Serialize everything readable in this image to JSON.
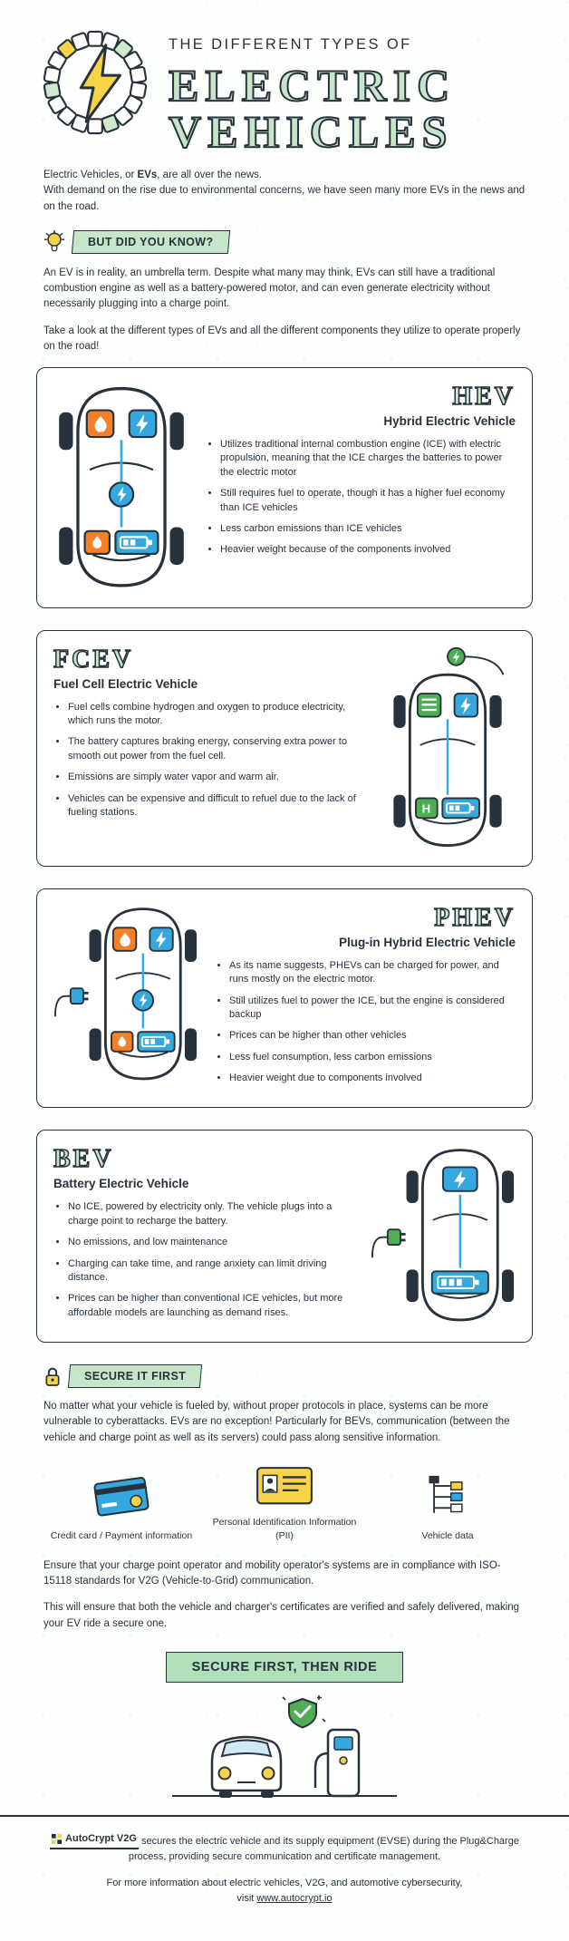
{
  "page": {
    "colors": {
      "ink": "#27323c",
      "mint": "#c7e6c9",
      "green": "#4fae54",
      "blue": "#35a9df",
      "orange": "#f58025",
      "yellow": "#f8d348"
    }
  },
  "header": {
    "kicker": "THE DIFFERENT TYPES OF",
    "title_line1": "ELECTRIC",
    "title_line2": "VEHICLES",
    "logo_icon": "lightning-bolt-icon"
  },
  "intro": {
    "line1_pre": "Electric Vehicles, or ",
    "line1_bold": "EVs",
    "line1_post": ", are all over the news.",
    "line2": "With demand on the rise due to environmental concerns, we have seen many more EVs in the news and on the road."
  },
  "did_you_know": {
    "badge_label": "BUT DID YOU KNOW?",
    "badge_icon": "lightbulb-icon",
    "paragraph1": "An EV is in reality, an umbrella term. Despite what many may think, EVs can still have a traditional combustion engine as well as a battery-powered motor, and can even generate electricity without necessarily plugging into a charge point.",
    "paragraph2": "Take a look at the different types of EVs and all the different components they utilize to operate properly on the road!"
  },
  "cards": [
    {
      "abbr": "HEV",
      "name": "Hybrid Electric Vehicle",
      "diagram": "hev-car-top-view",
      "bullets": [
        "Utilizes traditional internal combustion engine (ICE) with electric propulsion, meaning that the ICE charges the batteries to power the electric motor",
        "Still requires fuel to operate, though it has a higher fuel economy than ICE vehicles",
        "Less carbon emissions than ICE vehicles",
        "Heavier weight because of the components involved"
      ]
    },
    {
      "abbr": "FCEV",
      "name": "Fuel Cell Electric Vehicle",
      "diagram": "fcev-car-top-view",
      "bullets": [
        "Fuel cells combine hydrogen and oxygen to produce electricity, which runs the motor.",
        "The battery captures braking energy, conserving extra power to smooth out power from the fuel cell.",
        "Emissions are simply water vapor and warm air.",
        "Vehicles can be expensive and difficult to refuel due to the lack of fueling stations."
      ]
    },
    {
      "abbr": "PHEV",
      "name": "Plug-in Hybrid Electric Vehicle",
      "diagram": "phev-car-top-view",
      "bullets": [
        "As its name suggests, PHEVs can be charged for power, and runs mostly on the electric motor.",
        "Still utilizes fuel to power the ICE, but the engine is considered backup",
        "Prices can be higher than other vehicles",
        "Less fuel consumption, less carbon emissions",
        "Heavier weight due to components involved"
      ]
    },
    {
      "abbr": "BEV",
      "name": "Battery Electric Vehicle",
      "diagram": "bev-car-top-view",
      "bullets": [
        "No ICE, powered by electricity only. The vehicle plugs into a charge point to recharge the battery.",
        "No emissions, and low maintenance",
        "Charging can take time, and range anxiety can limit driving distance.",
        "Prices can be higher than conventional ICE vehicles, but more affordable models are launching as demand rises."
      ]
    }
  ],
  "security": {
    "badge_label": "SECURE IT FIRST",
    "badge_icon": "padlock-icon",
    "paragraph1": "No matter what your vehicle is fueled by, without proper protocols in place, systems can be more vulnerable to cyberattacks. EVs are no exception! Particularly for BEVs, communication (between the vehicle and charge point as well as its servers) could pass along sensitive information.",
    "data_types": [
      {
        "label": "Credit card / Payment information",
        "icon": "credit-card-icon"
      },
      {
        "label": "Personal Identification Information (PII)",
        "icon": "id-card-icon"
      },
      {
        "label": "Vehicle data",
        "icon": "vehicle-data-icon"
      }
    ],
    "paragraph2": "Ensure that your charge point operator and mobility operator's systems are in compliance with ISO-15118 standards for V2G (Vehicle-to-Grid) communication.",
    "paragraph3": "This will ensure that both the vehicle and charger's certificates are verified and safely delivered, making your EV ride a secure one.",
    "cta_label": "SECURE FIRST, THEN RIDE"
  },
  "footer": {
    "brand": "AutoCrypt V2G",
    "brand_text": " secures the electric vehicle and its supply equipment (EVSE) during the Plug&Charge process, providing secure communication and certificate management.",
    "info_line": "For more information about electric vehicles, V2G, and automotive cybersecurity,",
    "visit_pre": "visit ",
    "link": "www.autocrypt.io"
  }
}
